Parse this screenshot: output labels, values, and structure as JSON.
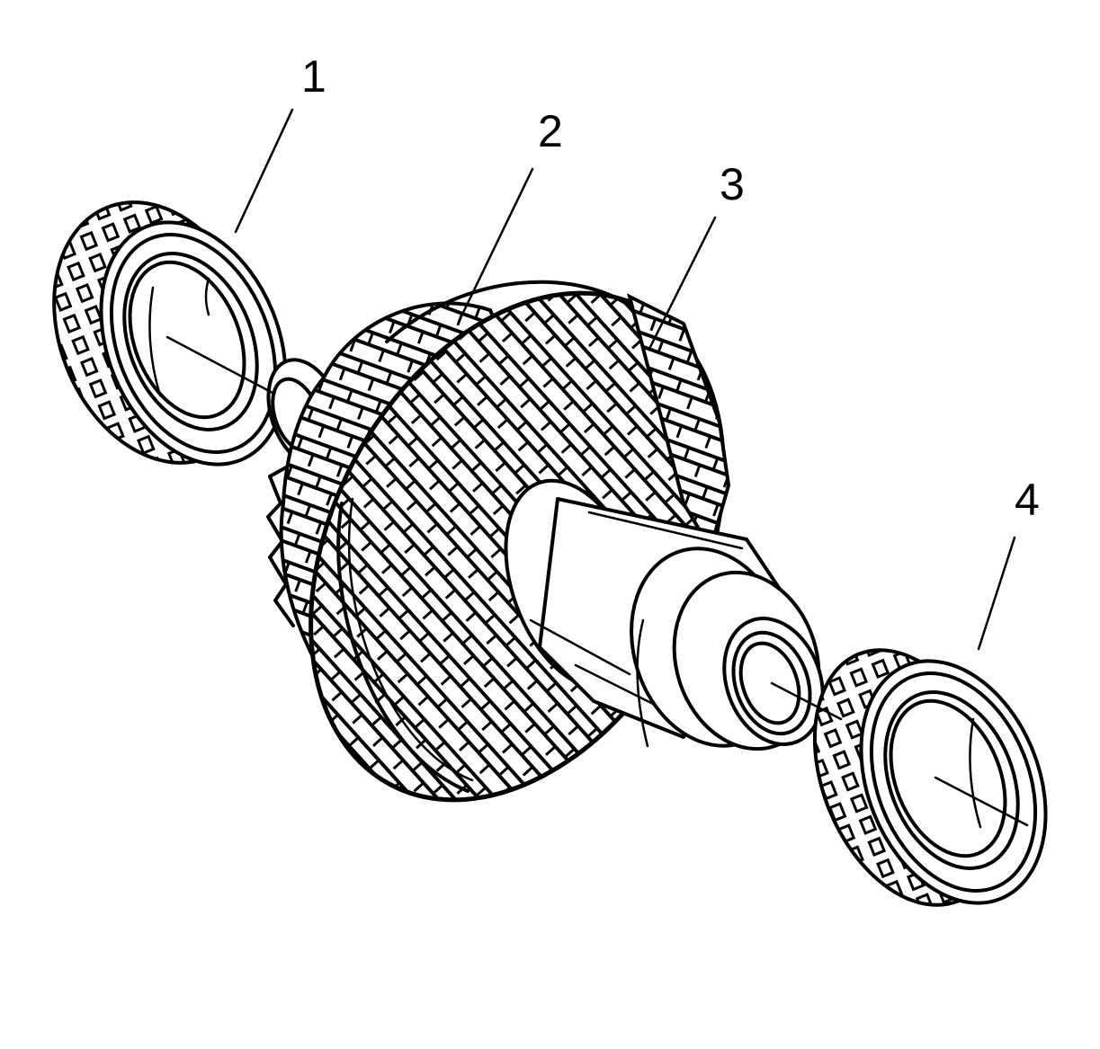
{
  "diagram": {
    "callouts": [
      {
        "id": "1",
        "label": "1",
        "part": "bearing-left"
      },
      {
        "id": "2",
        "label": "2",
        "part": "pinion-gear"
      },
      {
        "id": "3",
        "label": "3",
        "part": "ring-gear"
      },
      {
        "id": "4",
        "label": "4",
        "part": "bearing-right"
      }
    ],
    "colors": {
      "line": "#000000",
      "background": "#ffffff"
    }
  }
}
